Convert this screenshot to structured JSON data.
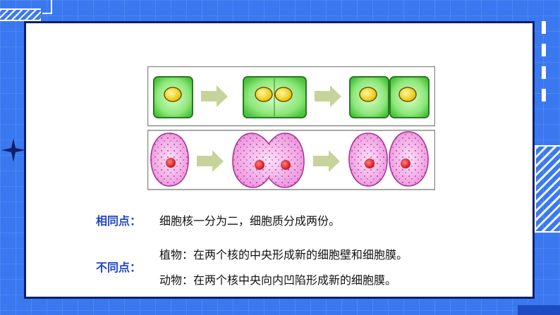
{
  "colors": {
    "background": "#3a78f0",
    "panel_border": "#0e1f6b",
    "label_color": "#2046c8",
    "plant_cell_fill": "#7ee06a",
    "plant_nucleus": "#f2e02a",
    "animal_cell_fill": "#f3a6e8",
    "animal_nucleus": "#e8222a",
    "arrow_fill": "#c7d39a"
  },
  "similarity": {
    "label": "相同点：",
    "text": "细胞核一分为二，细胞质分成两份。"
  },
  "difference": {
    "label": "不同点：",
    "plant": "植物：在两个核的中央形成新的细胞壁和细胞膜。",
    "animal": "动物：在两个核中央向内凹陷形成新的细胞膜。"
  }
}
